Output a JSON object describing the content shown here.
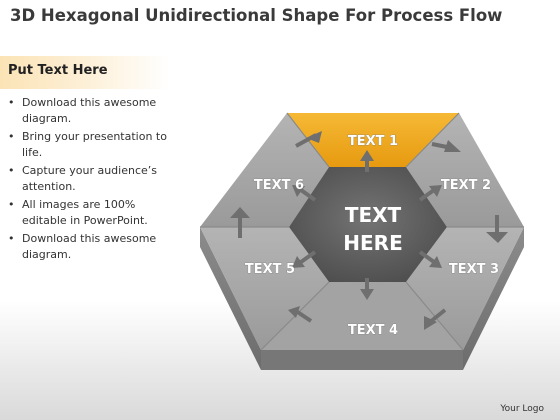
{
  "header": {
    "title": "3D Hexagonal Unidirectional Shape For Process Flow"
  },
  "panel": {
    "subtitle": "Put Text Here",
    "bullets": [
      "Download this awesome diagram.",
      "Bring your presentation to life.",
      "Capture your audience’s attention.",
      "All images are 100% editable in PowerPoint.",
      "Download this awesome diagram."
    ]
  },
  "diagram": {
    "center_line1": "TEXT",
    "center_line2": "HERE",
    "segments": [
      {
        "label": "TEXT 1",
        "highlighted": true
      },
      {
        "label": "TEXT 2",
        "highlighted": false
      },
      {
        "label": "TEXT 3",
        "highlighted": false
      },
      {
        "label": "TEXT 4",
        "highlighted": false
      },
      {
        "label": "TEXT 5",
        "highlighted": false
      },
      {
        "label": "TEXT 6",
        "highlighted": false
      }
    ],
    "colors": {
      "highlight": "#f0a81e",
      "segment": "#a8a8a8",
      "center": "#5f5f5f",
      "arrow": "#6f6f6f"
    }
  },
  "footer": {
    "logo": "Your Logo"
  }
}
